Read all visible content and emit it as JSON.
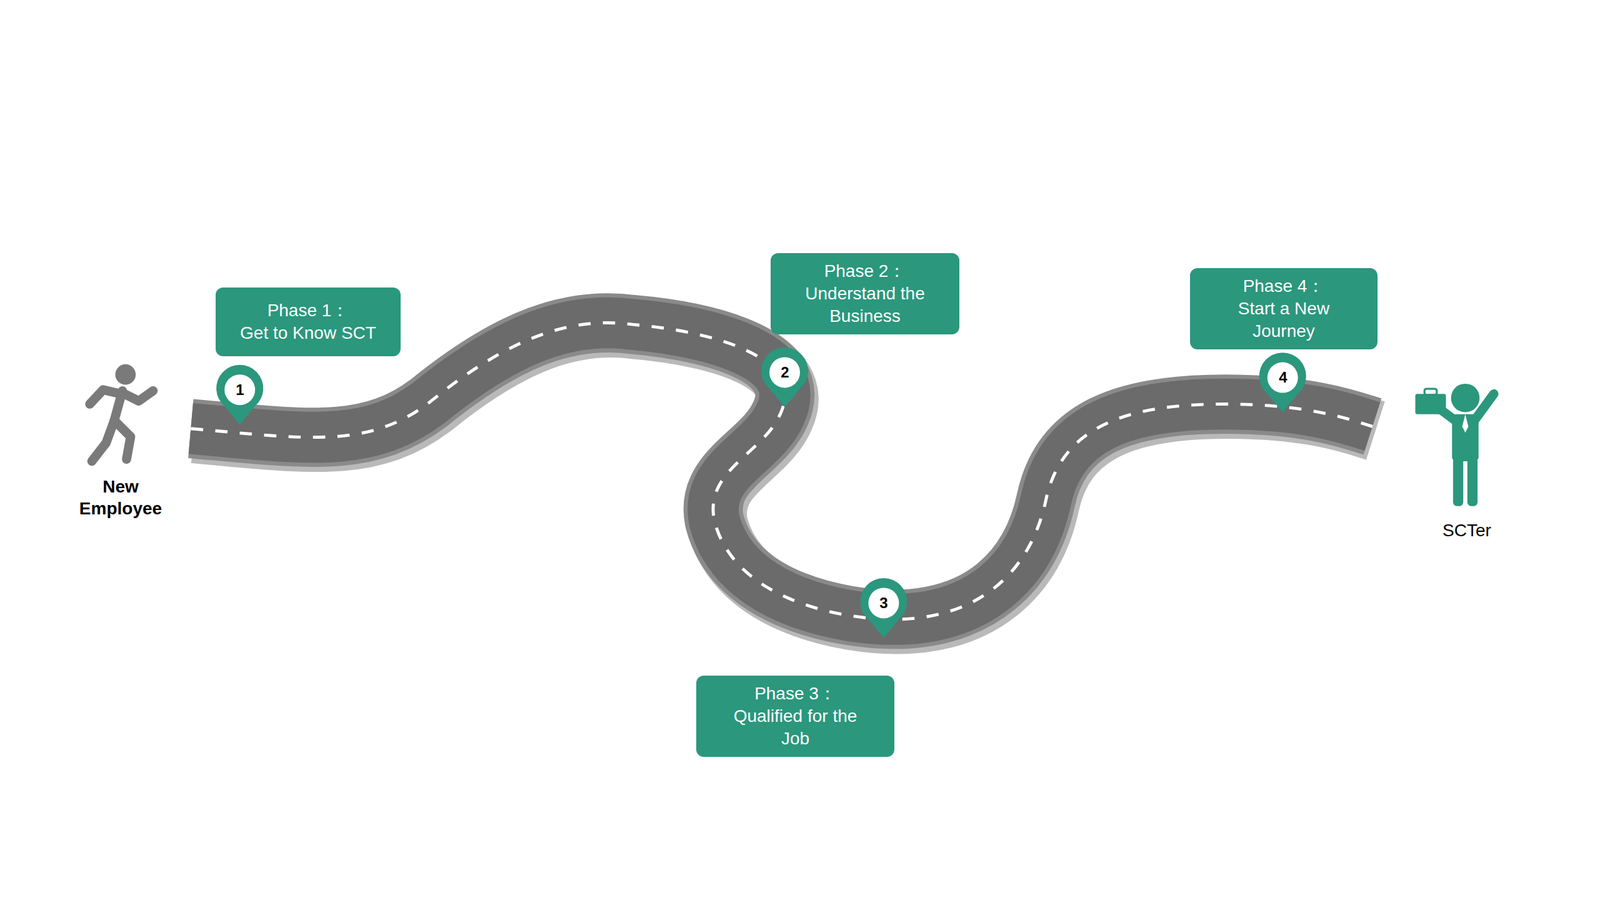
{
  "diagram": {
    "nodes": [
      {
        "text": [
          "Phase 1：",
          "Get to Know SCT"
        ]
      },
      {
        "text": [
          "Phase 2：",
          "Understand the Business"
        ]
      },
      {
        "text": [
          "Phase 3：",
          "Qualified for the Job"
        ]
      },
      {
        "text": [
          "Phase 4：",
          "Start a New Journey"
        ]
      }
    ],
    "labels": [
      "1",
      "2",
      "3",
      "4",
      "New Employee",
      "SCTer"
    ]
  }
}
